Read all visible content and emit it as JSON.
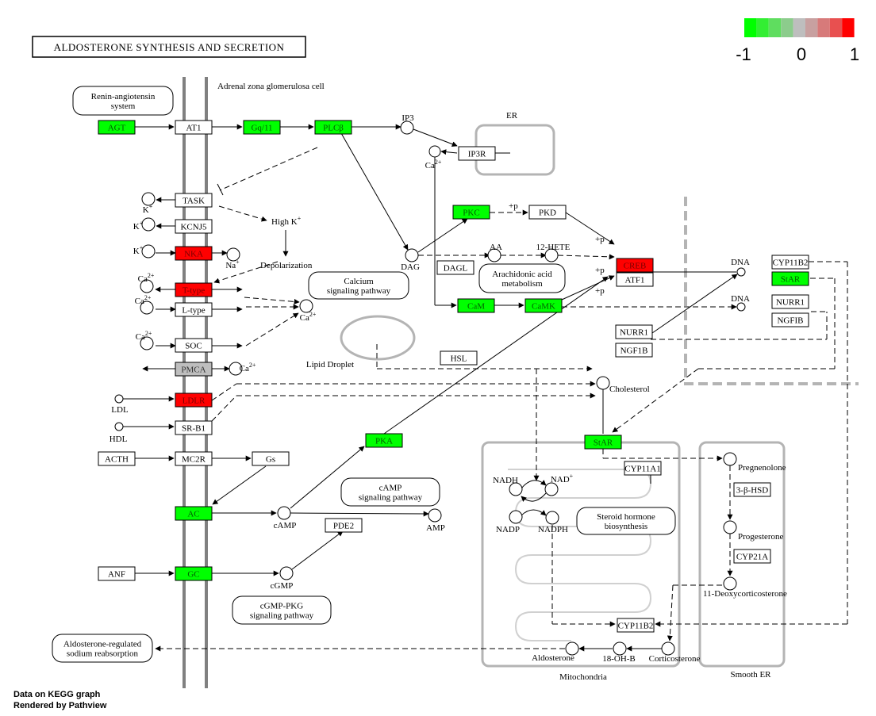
{
  "title": "ALDOSTERONE SYNTHESIS AND SECRETION",
  "legend": {
    "min": "-1",
    "mid": "0",
    "max": "1",
    "colors": [
      "#00ff00",
      "#33ee33",
      "#5fdd5f",
      "#8ccc8c",
      "#bebebe",
      "#c8a0a0",
      "#d77a7a",
      "#e85050",
      "#ff0000"
    ]
  },
  "footer": {
    "line1": "Data on KEGG graph",
    "line2": "Rendered by Pathview"
  },
  "colors": {
    "up": "#ff0000",
    "down": "#00ff00",
    "neutral": "#bebebe",
    "none": "#ffffff"
  },
  "genes": [
    {
      "id": "agt",
      "label": "AGT",
      "state": "down"
    },
    {
      "id": "at1",
      "label": "AT1",
      "state": "none"
    },
    {
      "id": "gq11",
      "label": "Gq/11",
      "state": "down"
    },
    {
      "id": "plcb",
      "label": "PLCβ",
      "state": "down"
    },
    {
      "id": "ip3r",
      "label": "IP3R",
      "state": "none"
    },
    {
      "id": "task",
      "label": "TASK",
      "state": "none"
    },
    {
      "id": "kcnj5",
      "label": "KCNJ5",
      "state": "none"
    },
    {
      "id": "nka",
      "label": "NKA",
      "state": "up"
    },
    {
      "id": "ttype",
      "label": "T-type",
      "state": "up"
    },
    {
      "id": "ltype",
      "label": "L-type",
      "state": "none"
    },
    {
      "id": "soc",
      "label": "SOC",
      "state": "none"
    },
    {
      "id": "pmca",
      "label": "PMCA",
      "state": "neutral"
    },
    {
      "id": "ldlr",
      "label": "LDLR",
      "state": "up"
    },
    {
      "id": "srb1",
      "label": "SR-B1",
      "state": "none"
    },
    {
      "id": "acth",
      "label": "ACTH",
      "state": "none"
    },
    {
      "id": "mc2r",
      "label": "MC2R",
      "state": "none"
    },
    {
      "id": "gs",
      "label": "Gs",
      "state": "none"
    },
    {
      "id": "ac",
      "label": "AC",
      "state": "down"
    },
    {
      "id": "anf",
      "label": "ANF",
      "state": "none"
    },
    {
      "id": "gc",
      "label": "GC",
      "state": "down"
    },
    {
      "id": "pkc",
      "label": "PKC",
      "state": "down"
    },
    {
      "id": "pkd",
      "label": "PKD",
      "state": "none"
    },
    {
      "id": "dagl",
      "label": "DAGL",
      "state": "none"
    },
    {
      "id": "creb",
      "label": "CREB",
      "state": "up"
    },
    {
      "id": "atf1",
      "label": "ATF1",
      "state": "none"
    },
    {
      "id": "cam",
      "label": "CaM",
      "state": "down"
    },
    {
      "id": "camk",
      "label": "CaMK",
      "state": "down"
    },
    {
      "id": "nurr1a",
      "label": "NURR1",
      "state": "none"
    },
    {
      "id": "ngf1b",
      "label": "NGF1B",
      "state": "none"
    },
    {
      "id": "hsl",
      "label": "HSL",
      "state": "none"
    },
    {
      "id": "pka",
      "label": "PKA",
      "state": "down"
    },
    {
      "id": "pde2",
      "label": "PDE2",
      "state": "none"
    },
    {
      "id": "star1",
      "label": "StAR",
      "state": "down"
    },
    {
      "id": "cyp11a1",
      "label": "CYP11A1",
      "state": "none"
    },
    {
      "id": "cyp11b2a",
      "label": "CYP11B2",
      "state": "none"
    },
    {
      "id": "star2",
      "label": "StAR",
      "state": "down"
    },
    {
      "id": "nurr1b",
      "label": "NURR1",
      "state": "none"
    },
    {
      "id": "ngfib",
      "label": "NGFIB",
      "state": "none"
    },
    {
      "id": "hsd3b",
      "label": "3-β-HSD",
      "state": "none"
    },
    {
      "id": "cyp21a",
      "label": "CYP21A",
      "state": "none"
    },
    {
      "id": "cyp11b2b",
      "label": "CYP11B2",
      "state": "none"
    }
  ],
  "pathways": [
    {
      "id": "raas",
      "line1": "Renin-angiotensin",
      "line2": "system"
    },
    {
      "id": "calcium",
      "line1": "Calcium",
      "line2": "signaling pathway"
    },
    {
      "id": "arachidonic",
      "line1": "Arachidonic acid",
      "line2": "metabolism"
    },
    {
      "id": "camp",
      "line1": "cAMP",
      "line2": "signaling pathway"
    },
    {
      "id": "cgmp",
      "line1": "cGMP-PKG",
      "line2": "signaling pathway"
    },
    {
      "id": "steroid",
      "line1": "Steroid hormone",
      "line2": "biosynthesis"
    },
    {
      "id": "sodium",
      "line1": "Aldosterone-regulated",
      "line2": "sodium reabsorption"
    }
  ],
  "compounds": [
    {
      "id": "ip3",
      "label": "IP3"
    },
    {
      "id": "ca_er",
      "label": "Ca",
      "sup": "2+"
    },
    {
      "id": "k1",
      "label": "K",
      "sup": "+"
    },
    {
      "id": "k2",
      "label": "K",
      "sup": "+"
    },
    {
      "id": "k3",
      "label": "K",
      "sup": "+"
    },
    {
      "id": "na",
      "label": "Na",
      "sup": "+"
    },
    {
      "id": "ca_t",
      "label": "Ca",
      "sup": "2+"
    },
    {
      "id": "ca_l",
      "label": "Ca",
      "sup": "2+"
    },
    {
      "id": "ca_soc",
      "label": "Ca",
      "sup": "2+"
    },
    {
      "id": "ca_pmca",
      "label": "Ca",
      "sup": "2+"
    },
    {
      "id": "ca_center",
      "label": "Ca",
      "sup": "2+"
    },
    {
      "id": "dag",
      "label": "DAG"
    },
    {
      "id": "aa",
      "label": "AA"
    },
    {
      "id": "hete",
      "label": "12-HETE"
    },
    {
      "id": "dna1",
      "label": "DNA"
    },
    {
      "id": "dna2",
      "label": "DNA"
    },
    {
      "id": "ldl",
      "label": "LDL"
    },
    {
      "id": "hdl",
      "label": "HDL"
    },
    {
      "id": "cholesterol",
      "label": "Cholesterol"
    },
    {
      "id": "camp",
      "label": "cAMP"
    },
    {
      "id": "amp",
      "label": "AMP"
    },
    {
      "id": "cgmp",
      "label": "cGMP"
    },
    {
      "id": "nadh",
      "label": "NADH"
    },
    {
      "id": "nadp_plus",
      "label": "NAD",
      "sup": "+"
    },
    {
      "id": "nadp",
      "label": "NADP"
    },
    {
      "id": "nadph",
      "label": "NADPH"
    },
    {
      "id": "pregnenolone",
      "label": "Pregnenolone"
    },
    {
      "id": "progesterone",
      "label": "Progesterone"
    },
    {
      "id": "deoxy",
      "label": "11-Deoxycorticosterone"
    },
    {
      "id": "aldosterone",
      "label": "Aldosterone"
    },
    {
      "id": "oh18b",
      "label": "18-OH-B"
    },
    {
      "id": "corticosterone",
      "label": "Corticosterone"
    }
  ],
  "annotations": {
    "cell": "Adrenal zona glomerulosa cell",
    "er": "ER",
    "lipid": "Lipid Droplet",
    "mito": "Mitochondria",
    "smooth_er": "Smooth ER",
    "highk": "High K",
    "highk_sup": "+",
    "depol": "Depolarization",
    "p1": "+p",
    "p2": "+p",
    "p3": "+p",
    "p4": "+p"
  }
}
